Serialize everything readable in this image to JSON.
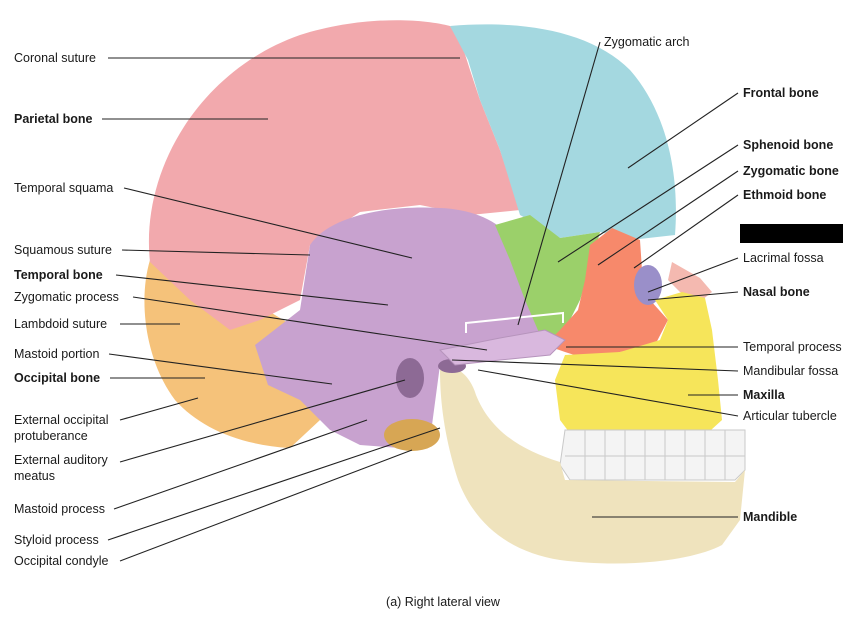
{
  "figure": {
    "caption": "(a) Right lateral view"
  },
  "colors": {
    "parietal": "#f2a9ad",
    "frontal": "#a4d8e0",
    "temporal": "#c8a2cf",
    "occipital": "#f5c27a",
    "sphenoid": "#9bd06a",
    "zygomatic": "#f7896b",
    "maxilla": "#f6e55a",
    "ethmoid": "#9a8fc9",
    "nasal": "#f4b9b0",
    "mandible": "#efe3bd",
    "teeth": "#f4f4f4",
    "occipital_condyle": "#d7a654"
  },
  "labels": {
    "coronal_suture": "Coronal suture",
    "parietal_bone": "Parietal bone",
    "temporal_squama": "Temporal squama",
    "squamous_suture": "Squamous suture",
    "temporal_bone": "Temporal bone",
    "zygomatic_process": "Zygomatic process",
    "lambdoid_suture": "Lambdoid suture",
    "mastoid_portion": "Mastoid portion",
    "occipital_bone": "Occipital bone",
    "external_occipital_protuberance_1": "External occipital",
    "external_occipital_protuberance_2": "protuberance",
    "external_auditory_meatus_1": "External auditory",
    "external_auditory_meatus_2": "meatus",
    "mastoid_process": "Mastoid process",
    "styloid_process": "Styloid process",
    "occipital_condyle": "Occipital condyle",
    "zygomatic_arch": "Zygomatic arch",
    "frontal_bone": "Frontal bone",
    "sphenoid_bone": "Sphenoid bone",
    "zygomatic_bone": "Zygomatic bone",
    "ethmoid_bone": "Ethmoid bone",
    "lacrimal_fossa": "Lacrimal fossa",
    "nasal_bone": "Nasal bone",
    "temporal_process": "Temporal process",
    "mandibular_fossa": "Mandibular fossa",
    "maxilla": "Maxilla",
    "articular_tubercle": "Articular tubercle",
    "mandible": "Mandible"
  }
}
